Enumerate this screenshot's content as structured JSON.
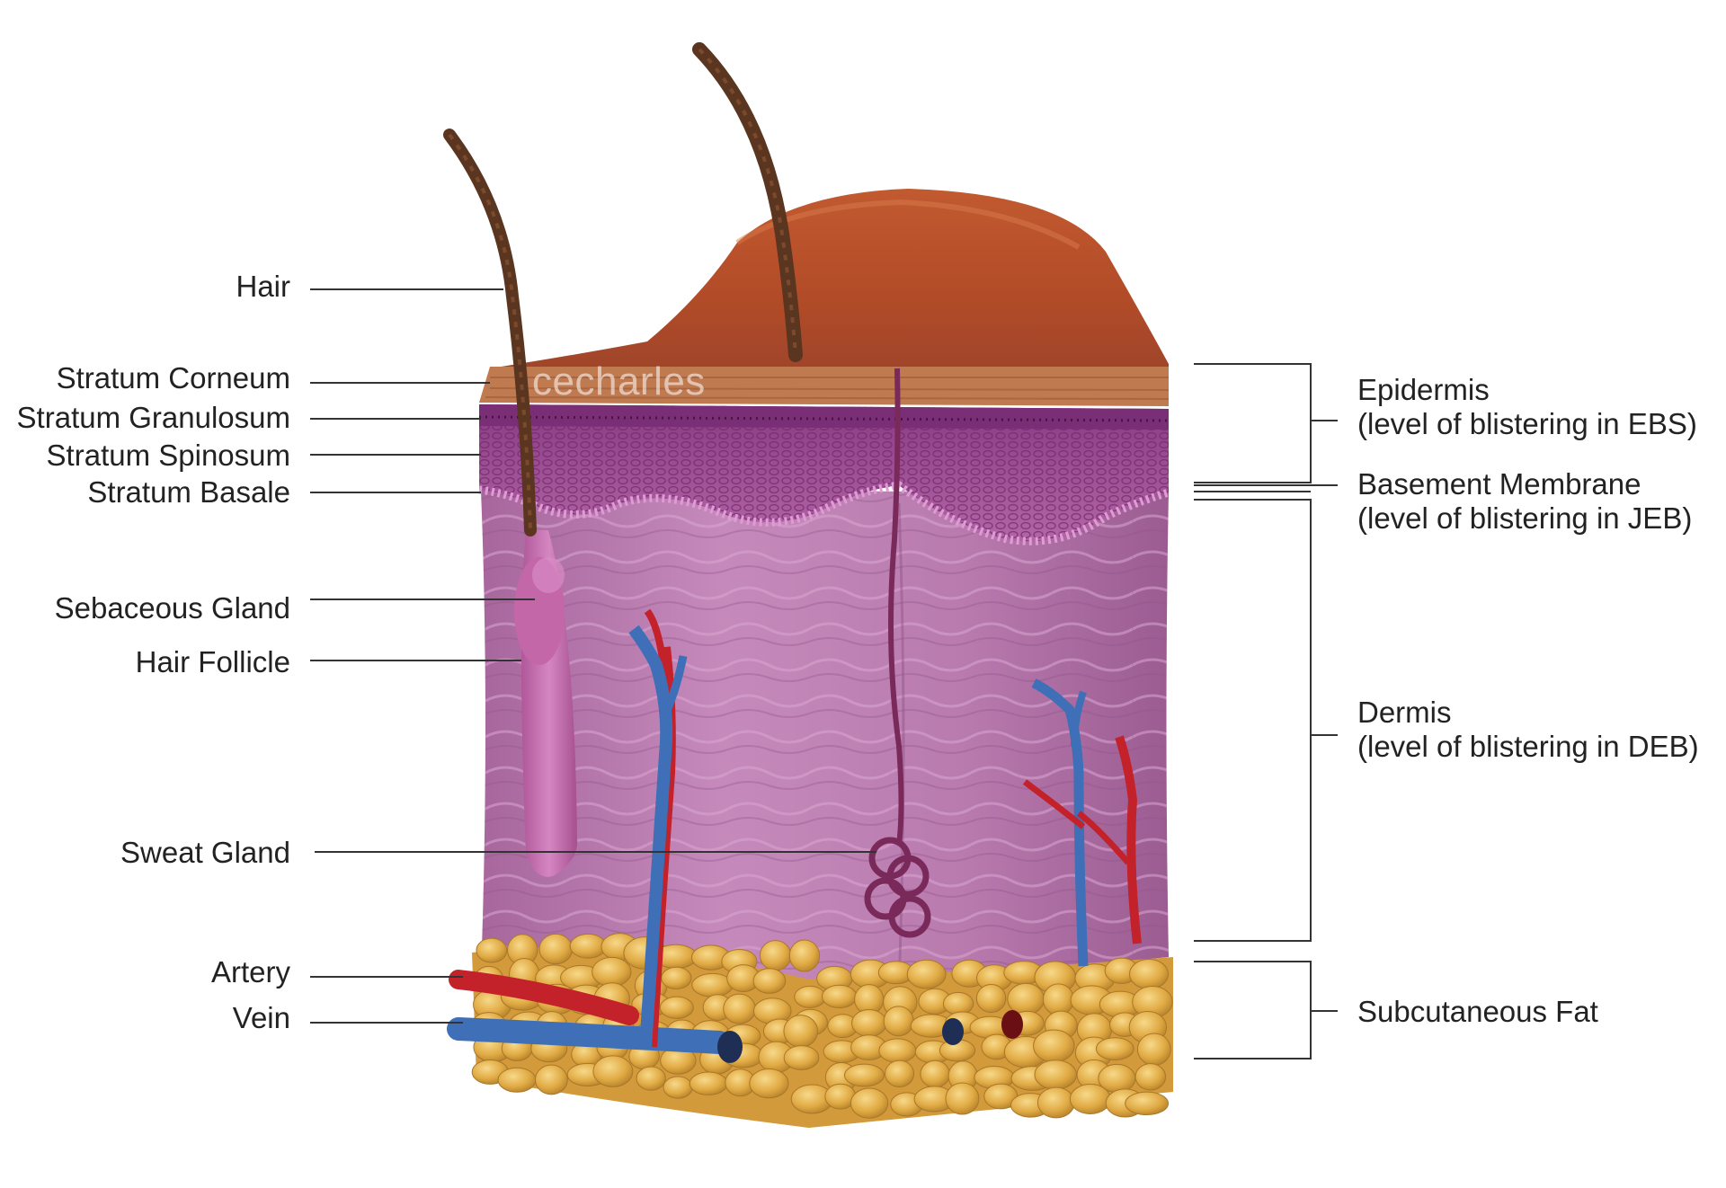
{
  "diagram": {
    "watermark": "cecharles",
    "left_labels": {
      "hair": "Hair",
      "stratum_corneum": "Stratum Corneum",
      "stratum_granulosum": "Stratum Granulosum",
      "stratum_spinosum": "Stratum Spinosum",
      "stratum_basale": "Stratum Basale",
      "sebaceous_gland": "Sebaceous Gland",
      "hair_follicle": "Hair Follicle",
      "sweat_gland": "Sweat Gland",
      "artery": "Artery",
      "vein": "Vein"
    },
    "right_labels": {
      "epidermis": {
        "title": "Epidermis",
        "detail": "(level of blistering in EBS)"
      },
      "basement_membrane": {
        "title": "Basement Membrane",
        "detail": "(level of blistering in JEB)"
      },
      "dermis": {
        "title": "Dermis",
        "detail": "(level of blistering in DEB)"
      },
      "subcutaneous_fat": {
        "title": "Subcutaneous Fat"
      }
    },
    "colors": {
      "epidermis_surface": "#b85a2e",
      "stratum_corneum": "#c07a50",
      "granular_layer": "#8e3f86",
      "spinous_layer": "#a9579b",
      "basale_ridge": "#d58ccb",
      "dermis": "#bd7fb3",
      "dermis_shadow": "#9c5f95",
      "fat": "#e3b04a",
      "fat_shadow": "#b8862a",
      "artery": "#c4222a",
      "vein": "#3f6fb6",
      "hair": "#5a3520",
      "follicle": "#c06aa8",
      "sweat_gland": "#7a2a5a",
      "leader_line": "#333333"
    }
  }
}
